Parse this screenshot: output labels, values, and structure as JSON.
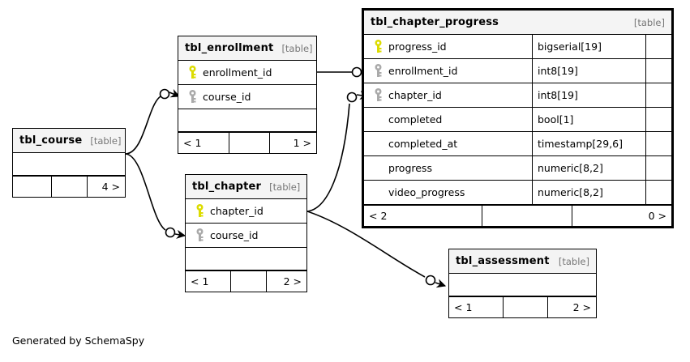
{
  "diagram": {
    "caption": "Generated by SchemaSpy",
    "table_tag": "[table]",
    "ellipsis": "...",
    "colors": {
      "primary_key": "#dcdc00",
      "foreign_key": "#aaaaaa",
      "header_bg": "#f4f4f4",
      "border": "#000000",
      "background": "#ffffff",
      "tag_text": "#777777"
    }
  },
  "tables": [
    {
      "id": "tbl_chapter_progress",
      "name": "tbl_chapter_progress",
      "tag": "[table]",
      "focus": true,
      "columns": [
        {
          "name": "progress_id",
          "type": "bigserial[19]",
          "key": "primary"
        },
        {
          "name": "enrollment_id",
          "type": "int8[19]",
          "key": "foreign"
        },
        {
          "name": "chapter_id",
          "type": "int8[19]",
          "key": "foreign"
        },
        {
          "name": "completed",
          "type": "bool[1]",
          "key": "none"
        },
        {
          "name": "completed_at",
          "type": "timestamp[29,6]",
          "key": "none"
        },
        {
          "name": "progress",
          "type": "numeric[8,2]",
          "key": "none"
        },
        {
          "name": "video_progress",
          "type": "numeric[8,2]",
          "key": "none"
        }
      ],
      "has_ellipsis": false,
      "footer": {
        "left": "< 2",
        "middle": "",
        "right": "0 >"
      }
    },
    {
      "id": "tbl_enrollment",
      "name": "tbl_enrollment",
      "tag": "[table]",
      "focus": false,
      "columns": [
        {
          "name": "enrollment_id",
          "type": "",
          "key": "primary"
        },
        {
          "name": "course_id",
          "type": "",
          "key": "foreign"
        }
      ],
      "has_ellipsis": true,
      "footer": {
        "left": "< 1",
        "middle": "",
        "right": "1 >"
      }
    },
    {
      "id": "tbl_chapter",
      "name": "tbl_chapter",
      "tag": "[table]",
      "focus": false,
      "columns": [
        {
          "name": "chapter_id",
          "type": "",
          "key": "primary"
        },
        {
          "name": "course_id",
          "type": "",
          "key": "foreign"
        }
      ],
      "has_ellipsis": true,
      "footer": {
        "left": "< 1",
        "middle": "",
        "right": "2 >"
      }
    },
    {
      "id": "tbl_course",
      "name": "tbl_course",
      "tag": "[table]",
      "focus": false,
      "columns": [],
      "has_ellipsis": true,
      "footer": {
        "left": "",
        "middle": "",
        "right": "4 >"
      }
    },
    {
      "id": "tbl_assessment",
      "name": "tbl_assessment",
      "tag": "[table]",
      "focus": false,
      "columns": [],
      "has_ellipsis": true,
      "footer": {
        "left": "< 1",
        "middle": "",
        "right": "2 >"
      }
    }
  ],
  "relationships": [
    {
      "from": "tbl_enrollment",
      "to": "tbl_chapter_progress",
      "column": "enrollment_id"
    },
    {
      "from": "tbl_chapter",
      "to": "tbl_chapter_progress",
      "column": "chapter_id"
    },
    {
      "from": "tbl_course",
      "to": "tbl_enrollment",
      "column": "course_id"
    },
    {
      "from": "tbl_course",
      "to": "tbl_chapter",
      "column": "course_id"
    },
    {
      "from": "tbl_chapter",
      "to": "tbl_assessment",
      "column": "chapter_id"
    }
  ]
}
